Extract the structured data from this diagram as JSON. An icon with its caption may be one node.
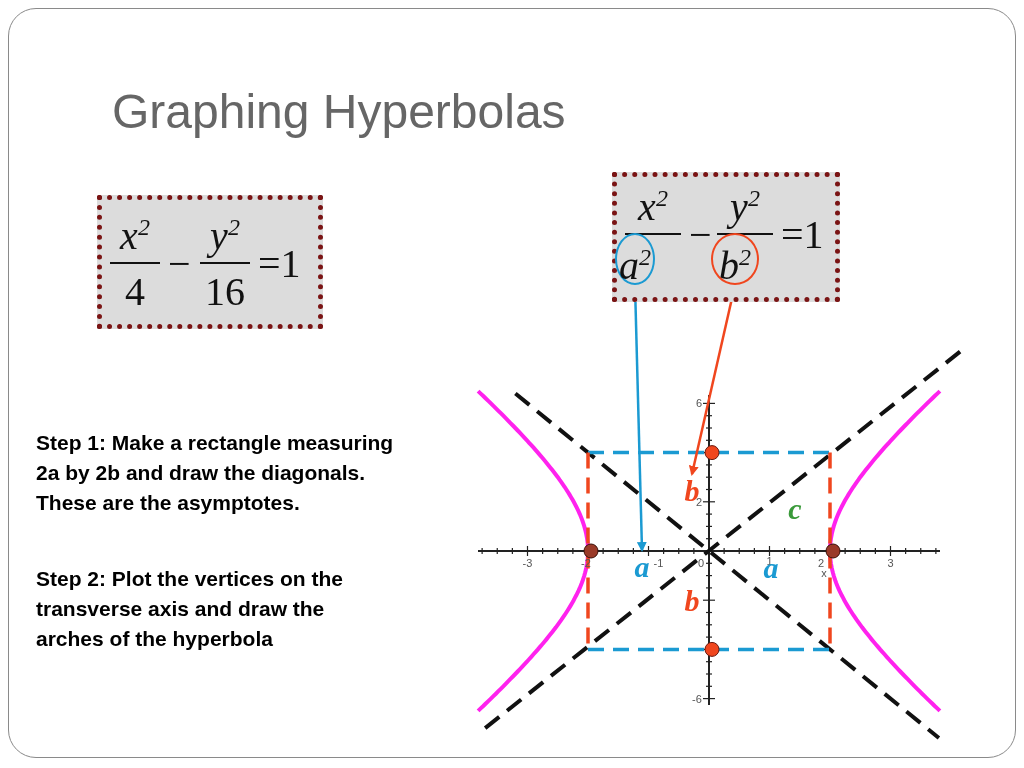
{
  "diagram": {
    "title": "Graphing Hyperbolas",
    "nodes": [
      {
        "text": [
          "x$^{2}$",
          "4",
          "−",
          "y$^{2}$",
          "16",
          "=1"
        ]
      },
      {
        "text": [
          "x$^{2}$",
          "−",
          "y$^{2}$",
          "=1"
        ]
      },
      {
        "text": [
          "a$^{2}$"
        ],
        "in": 1
      },
      {
        "text": [
          "b$^{2}$"
        ],
        "in": 1
      },
      {
        "text": [
          "a"
        ]
      },
      {
        "text": [
          "b"
        ]
      }
    ],
    "edges": [
      {
        "from": 2,
        "to": 4,
        "arrow": "to",
        "color": "#1b9ad2"
      },
      {
        "from": 3,
        "to": 5,
        "arrow": "to",
        "color": "#f0461e"
      }
    ],
    "labels": [
      "Step 1: Make a rectangle measuring 2a by 2b and draw the diagonals. These are the asymptotes.",
      "Step 2: Plot the vertices on the transverse axis and draw the arches of the hyperbola",
      "6",
      "2",
      "c",
      "-3",
      "-2",
      "-1",
      "0",
      "1",
      "2",
      "a",
      "3",
      "x",
      "b",
      "-6"
    ]
  }
}
